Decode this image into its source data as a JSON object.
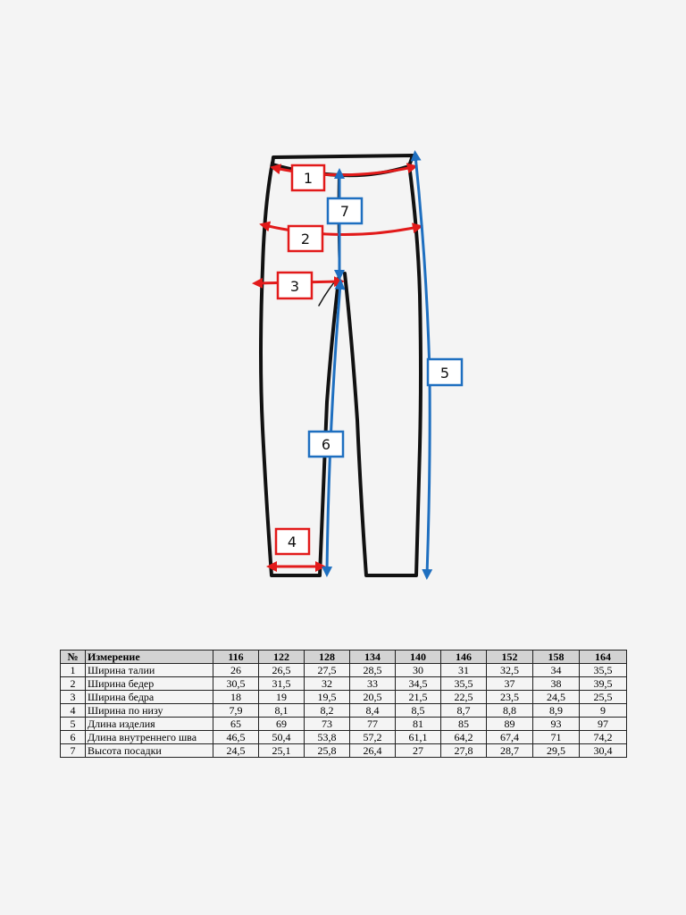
{
  "diagram": {
    "labels": [
      "1",
      "2",
      "3",
      "4",
      "5",
      "6",
      "7"
    ]
  },
  "colors": {
    "red": "#e21a1a",
    "blue": "#1e6fc0",
    "outline": "#111111",
    "header_bg": "#d3d3d3"
  },
  "table": {
    "headers": [
      "№",
      "Измерение",
      "116",
      "122",
      "128",
      "134",
      "140",
      "146",
      "152",
      "158",
      "164"
    ],
    "rows": [
      {
        "num": "1",
        "name": "Ширина талии",
        "values": [
          "26",
          "26,5",
          "27,5",
          "28,5",
          "30",
          "31",
          "32,5",
          "34",
          "35,5"
        ]
      },
      {
        "num": "2",
        "name": "Ширина бедер",
        "values": [
          "30,5",
          "31,5",
          "32",
          "33",
          "34,5",
          "35,5",
          "37",
          "38",
          "39,5"
        ]
      },
      {
        "num": "3",
        "name": "Ширина бедра",
        "values": [
          "18",
          "19",
          "19,5",
          "20,5",
          "21,5",
          "22,5",
          "23,5",
          "24,5",
          "25,5"
        ]
      },
      {
        "num": "4",
        "name": "Ширина по низу",
        "values": [
          "7,9",
          "8,1",
          "8,2",
          "8,4",
          "8,5",
          "8,7",
          "8,8",
          "8,9",
          "9"
        ]
      },
      {
        "num": "5",
        "name": "Длина изделия",
        "values": [
          "65",
          "69",
          "73",
          "77",
          "81",
          "85",
          "89",
          "93",
          "97"
        ]
      },
      {
        "num": "6",
        "name": "Длина внутреннего шва",
        "values": [
          "46,5",
          "50,4",
          "53,8",
          "57,2",
          "61,1",
          "64,2",
          "67,4",
          "71",
          "74,2"
        ]
      },
      {
        "num": "7",
        "name": "Высота посадки",
        "values": [
          "24,5",
          "25,1",
          "25,8",
          "26,4",
          "27",
          "27,8",
          "28,7",
          "29,5",
          "30,4"
        ]
      }
    ]
  }
}
